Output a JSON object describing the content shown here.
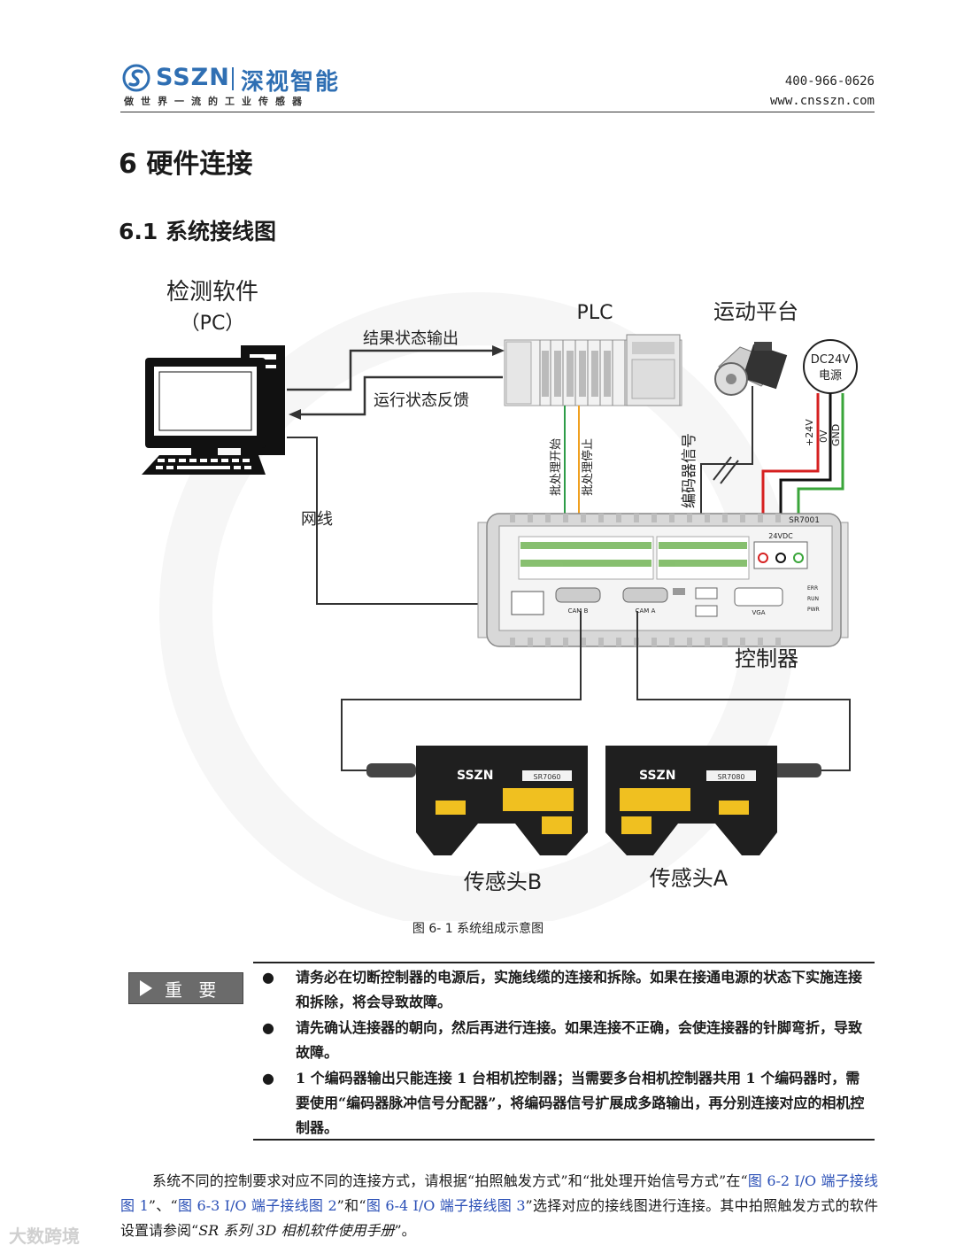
{
  "header": {
    "logo_text": "SSZN",
    "logo_cn": "深视智能",
    "slogan": "做世界一流的工业传感器",
    "phone": "400-966-0626",
    "website": "www.cnsszn.com"
  },
  "heading1": "6  硬件连接",
  "heading2": "6.1 系统接线图",
  "diagram": {
    "pc_title": "检测软件",
    "pc_sub": "（PC）",
    "plc": "PLC",
    "motion": "运动平台",
    "power": [
      "DC24V",
      "电源"
    ],
    "arrow_result": "结果状态输出",
    "arrow_feedback": "运行状态反馈",
    "net_cable": "网线",
    "batch_start": "批处理开始",
    "batch_stop": "批处理停止",
    "encoder": "编码器信号",
    "v24": "+24V",
    "v0": "0V",
    "gnd": "GND",
    "controller_model": "SR7001",
    "controller": "控制器",
    "cam_b": "CAM B",
    "cam_a": "CAM A",
    "vga": "VGA",
    "err": "ERR",
    "run": "RUN",
    "pwr": "PWR",
    "vdc": "24VDC",
    "sensor_b": "传感头B",
    "sensor_a": "传感头A",
    "sensor_brand": "SSZN",
    "sensor_b_model": "SR7060",
    "sensor_a_model": "SR7080"
  },
  "caption": "图 6- 1   系统组成示意图",
  "important": {
    "badge": "重 要",
    "items": [
      "请务必在切断控制器的电源后，实施线缆的连接和拆除。如果在接通电源的状态下实施连接和拆除，将会导致故障。",
      "请先确认连接器的朝向，然后再进行连接。如果连接不正确，会使连接器的针脚弯折，导致故障。",
      "1 个编码器输出只能连接 1 台相机控制器；当需要多台相机控制器共用 1 个编码器时，需要使用“编码器脉冲信号分配器”，将编码器信号扩展成多路输出，再分别连接对应的相机控制器。"
    ]
  },
  "paragraph": {
    "p1": "系统不同的控制要求对应不同的连接方式，请根据“拍照触发方式”和“批处理开始信号方式”在“",
    "link1": "图 6-2 I/O 端子接线图 1",
    "p2": "”、“",
    "link2": "图 6-3 I/O 端子接线图 2",
    "p3": "”和“",
    "link3": "图 6-4 I/O 端子接线图 3",
    "p4": "”选择对应的接线图进行连接。其中拍照触发方式的软件设置请参阅“",
    "italic": "SR 系列 3D 相机软件使用手册",
    "p5": "”。"
  },
  "watermark": "大数跨境"
}
